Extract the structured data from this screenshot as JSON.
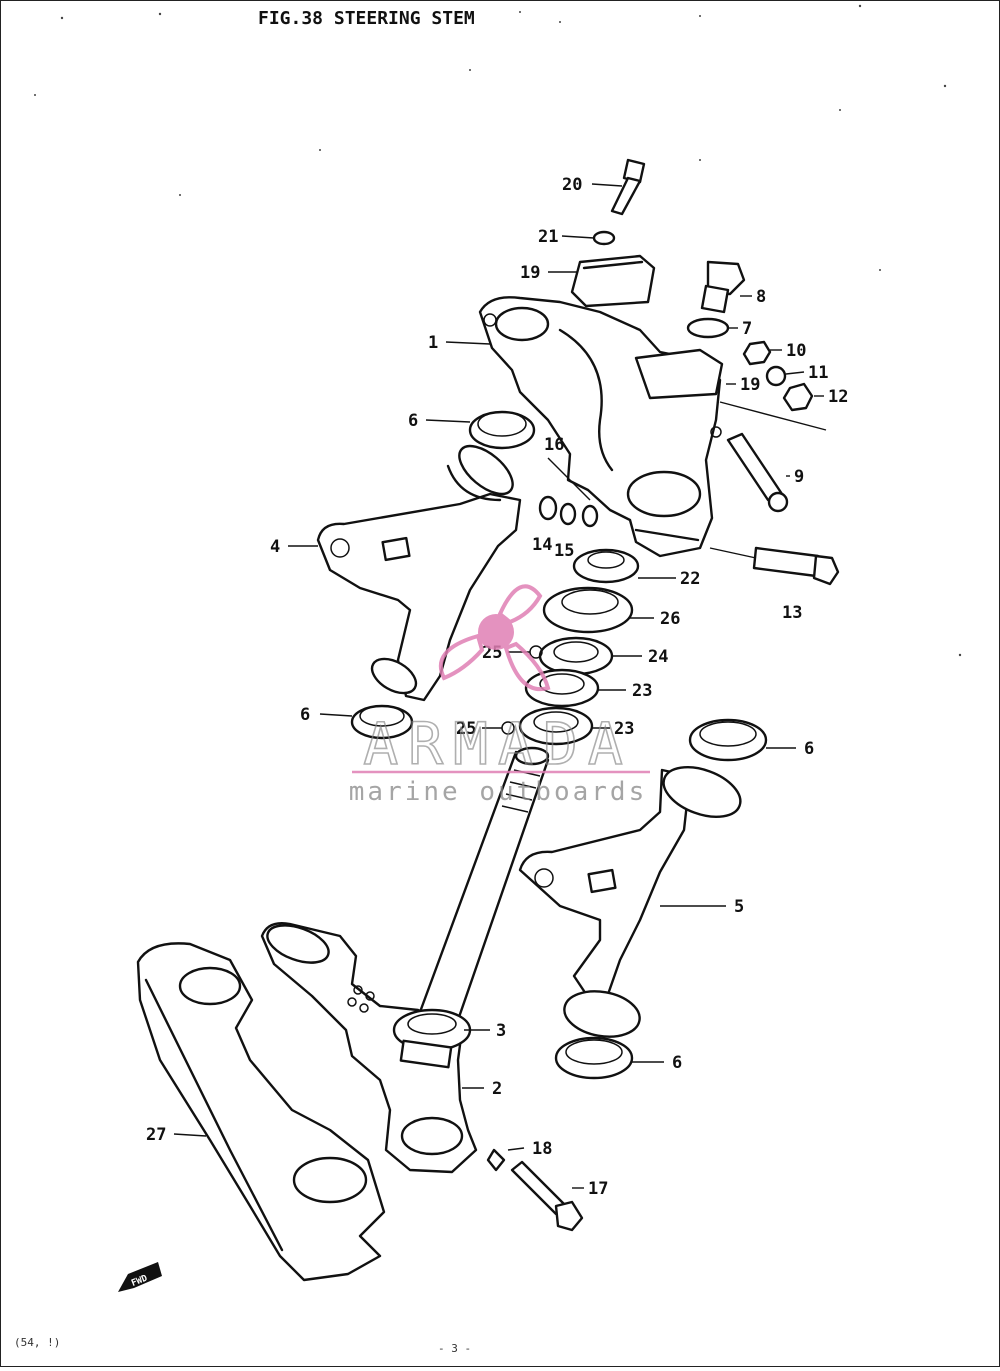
{
  "figure": {
    "title": "FIG.38  STEERING STEM",
    "fwd_label": "FWD",
    "page_code": "(54, !)",
    "page_number": "- 3 -"
  },
  "parts": {
    "p1": "1",
    "p2": "2",
    "p3": "3",
    "p4": "4",
    "p5": "5",
    "p6a": "6",
    "p6b": "6",
    "p6c": "6",
    "p6d": "6",
    "p7": "7",
    "p8": "8",
    "p9": "9",
    "p10": "10",
    "p11": "11",
    "p12": "12",
    "p13": "13",
    "p14": "14",
    "p15": "15",
    "p16": "16",
    "p17": "17",
    "p18": "18",
    "p19a": "19",
    "p19b": "19",
    "p20": "20",
    "p21": "21",
    "p22": "22",
    "p23a": "23",
    "p23b": "23",
    "p24": "24",
    "p25a": "25",
    "p25b": "25",
    "p26": "26",
    "p27": "27"
  },
  "watermark": {
    "brand": "ARMADA",
    "tagline": "marine outboards",
    "color": "#e07fb4"
  }
}
